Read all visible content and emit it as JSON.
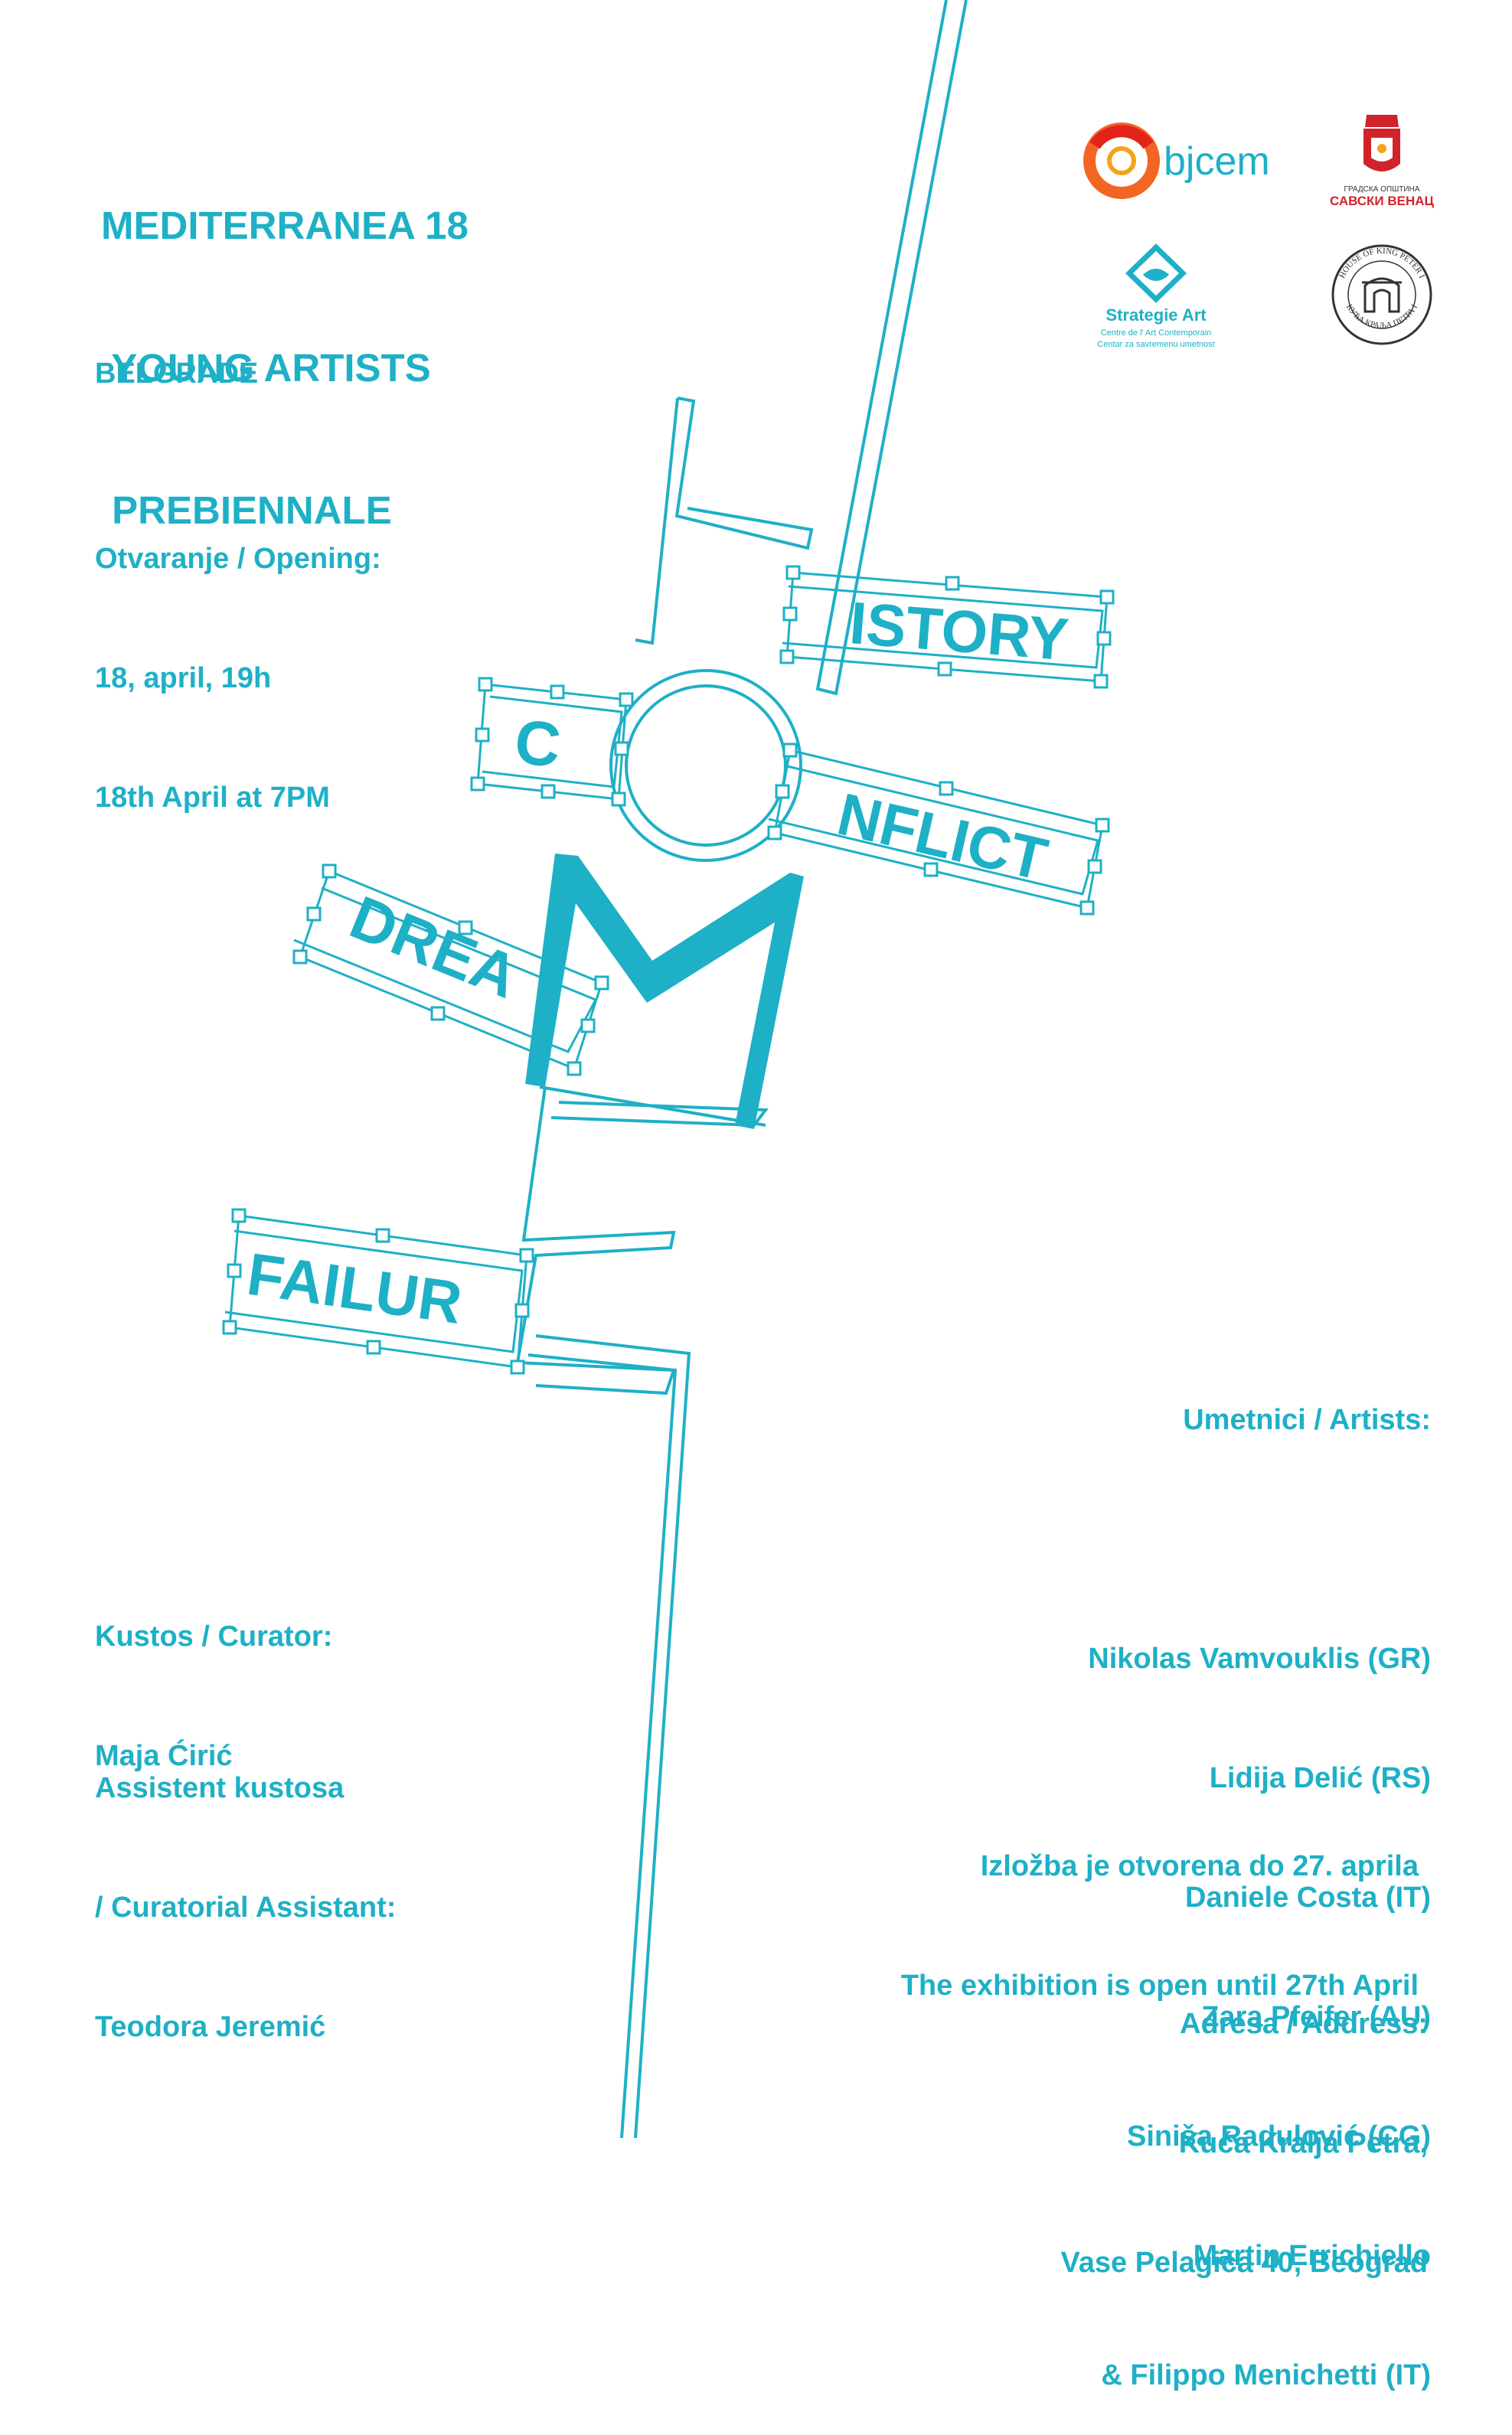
{
  "title": {
    "line1": "MEDITERRANEA 18",
    "line2": " YOUNG ARTISTS",
    "line3": " PREBIENNALE"
  },
  "city": "BELGRADE",
  "opening": {
    "label": "Otvaranje / Opening:",
    "date_sr": "18, april, 19h",
    "date_en": "18th April at 7PM"
  },
  "artwork": {
    "word_history": "ISTORY",
    "word_conflict_c": "C",
    "word_conflict": "NFLICT",
    "word_dream": "DREA",
    "word_failure": "FAILUR"
  },
  "curator": {
    "label": "Kustos / Curator:",
    "name": "Maja Ćirić"
  },
  "assistant": {
    "label1": "Assistent kustosa",
    "label2": "/ Curatorial Assistant:",
    "name": "Teodora Jeremić"
  },
  "artists": {
    "label": "Umetnici / Artists:",
    "names": [
      "Nikolas Vamvouklis (GR)",
      "Lidija Delić (RS)",
      "Daniele Costa (IT)",
      "Zara Pfeifer (AU)",
      "Siniša Radulović (CG)",
      "Martin Errichiello",
      "& Filippo Menichetti (IT)"
    ]
  },
  "exhibition": {
    "line_sr": "Izložba je otvorena do 27. aprila",
    "line_en": "The exhibition is open until 27th April"
  },
  "address": {
    "label": "Adresa / Address:",
    "line1": "Kuća Kralja Petra,",
    "line2": "Vase Pelagića 40, Beograd"
  },
  "logos": {
    "bjcem": "bjcem",
    "savski_small": "ГРАДСКА ОПШТИНА",
    "savski": "САВСКИ ВЕНАЦ",
    "strategie": "Strategie Art",
    "strategie_sub1": "Centre de l' Art Contemporain",
    "strategie_sub2": "Centar za savremenu umetnost",
    "house_top": "HOUSE OF KING PETER I",
    "house_bottom": "КУЋА КРАЉА ПЕТРА I"
  },
  "colors": {
    "accent": "#1eb0c6",
    "bjcem_orange": "#f26522",
    "bjcem_red": "#e2231a",
    "savski_red": "#d2232a"
  }
}
